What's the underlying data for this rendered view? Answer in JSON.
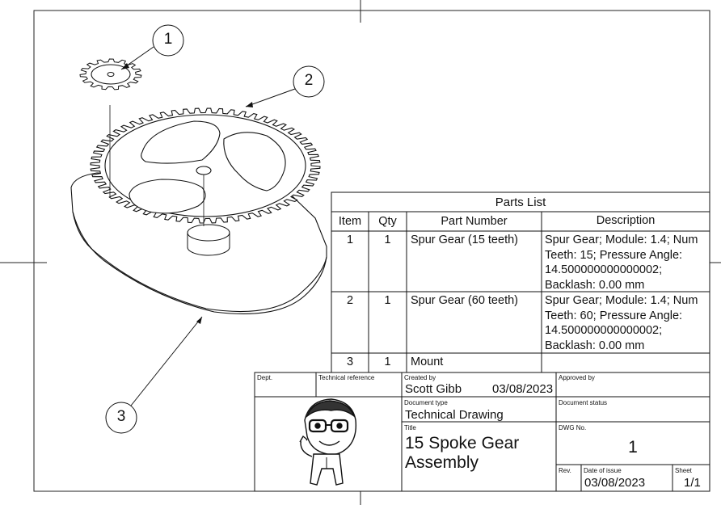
{
  "balloons": [
    {
      "number": "1"
    },
    {
      "number": "2"
    },
    {
      "number": "3"
    }
  ],
  "parts_list": {
    "title": "Parts List",
    "headers": {
      "item": "Item",
      "qty": "Qty",
      "part_number": "Part Number",
      "description": "Description"
    },
    "rows": [
      {
        "item": "1",
        "qty": "1",
        "part_number": "Spur Gear (15 teeth)",
        "description": [
          "Spur Gear; Module: 1.4; Num",
          "Teeth: 15; Pressure Angle:",
          "14.500000000000002;",
          "Backlash: 0.00 mm"
        ]
      },
      {
        "item": "2",
        "qty": "1",
        "part_number": "Spur Gear (60 teeth)",
        "description": [
          "Spur Gear; Module: 1.4; Num",
          "Teeth: 60; Pressure Angle:",
          "14.500000000000002;",
          "Backlash: 0.00 mm"
        ]
      },
      {
        "item": "3",
        "qty": "1",
        "part_number": "Mount",
        "description": []
      }
    ]
  },
  "title_block": {
    "dept_label": "Dept.",
    "technical_reference_label": "Technical reference",
    "created_by_label": "Created by",
    "created_by": "Scott Gibb",
    "created_date": "03/08/2023",
    "approved_by_label": "Approved by",
    "document_type_label": "Document type",
    "document_type": "Technical Drawing",
    "document_status_label": "Document status",
    "title_label": "Title",
    "title_line1": "15 Spoke Gear",
    "title_line2": "Assembly",
    "dwg_no_label": "DWG No.",
    "dwg_no": "1",
    "rev_label": "Rev.",
    "date_of_issue_label": "Date of issue",
    "date_of_issue": "03/08/2023",
    "sheet_label": "Sheet",
    "sheet": "1/1"
  }
}
